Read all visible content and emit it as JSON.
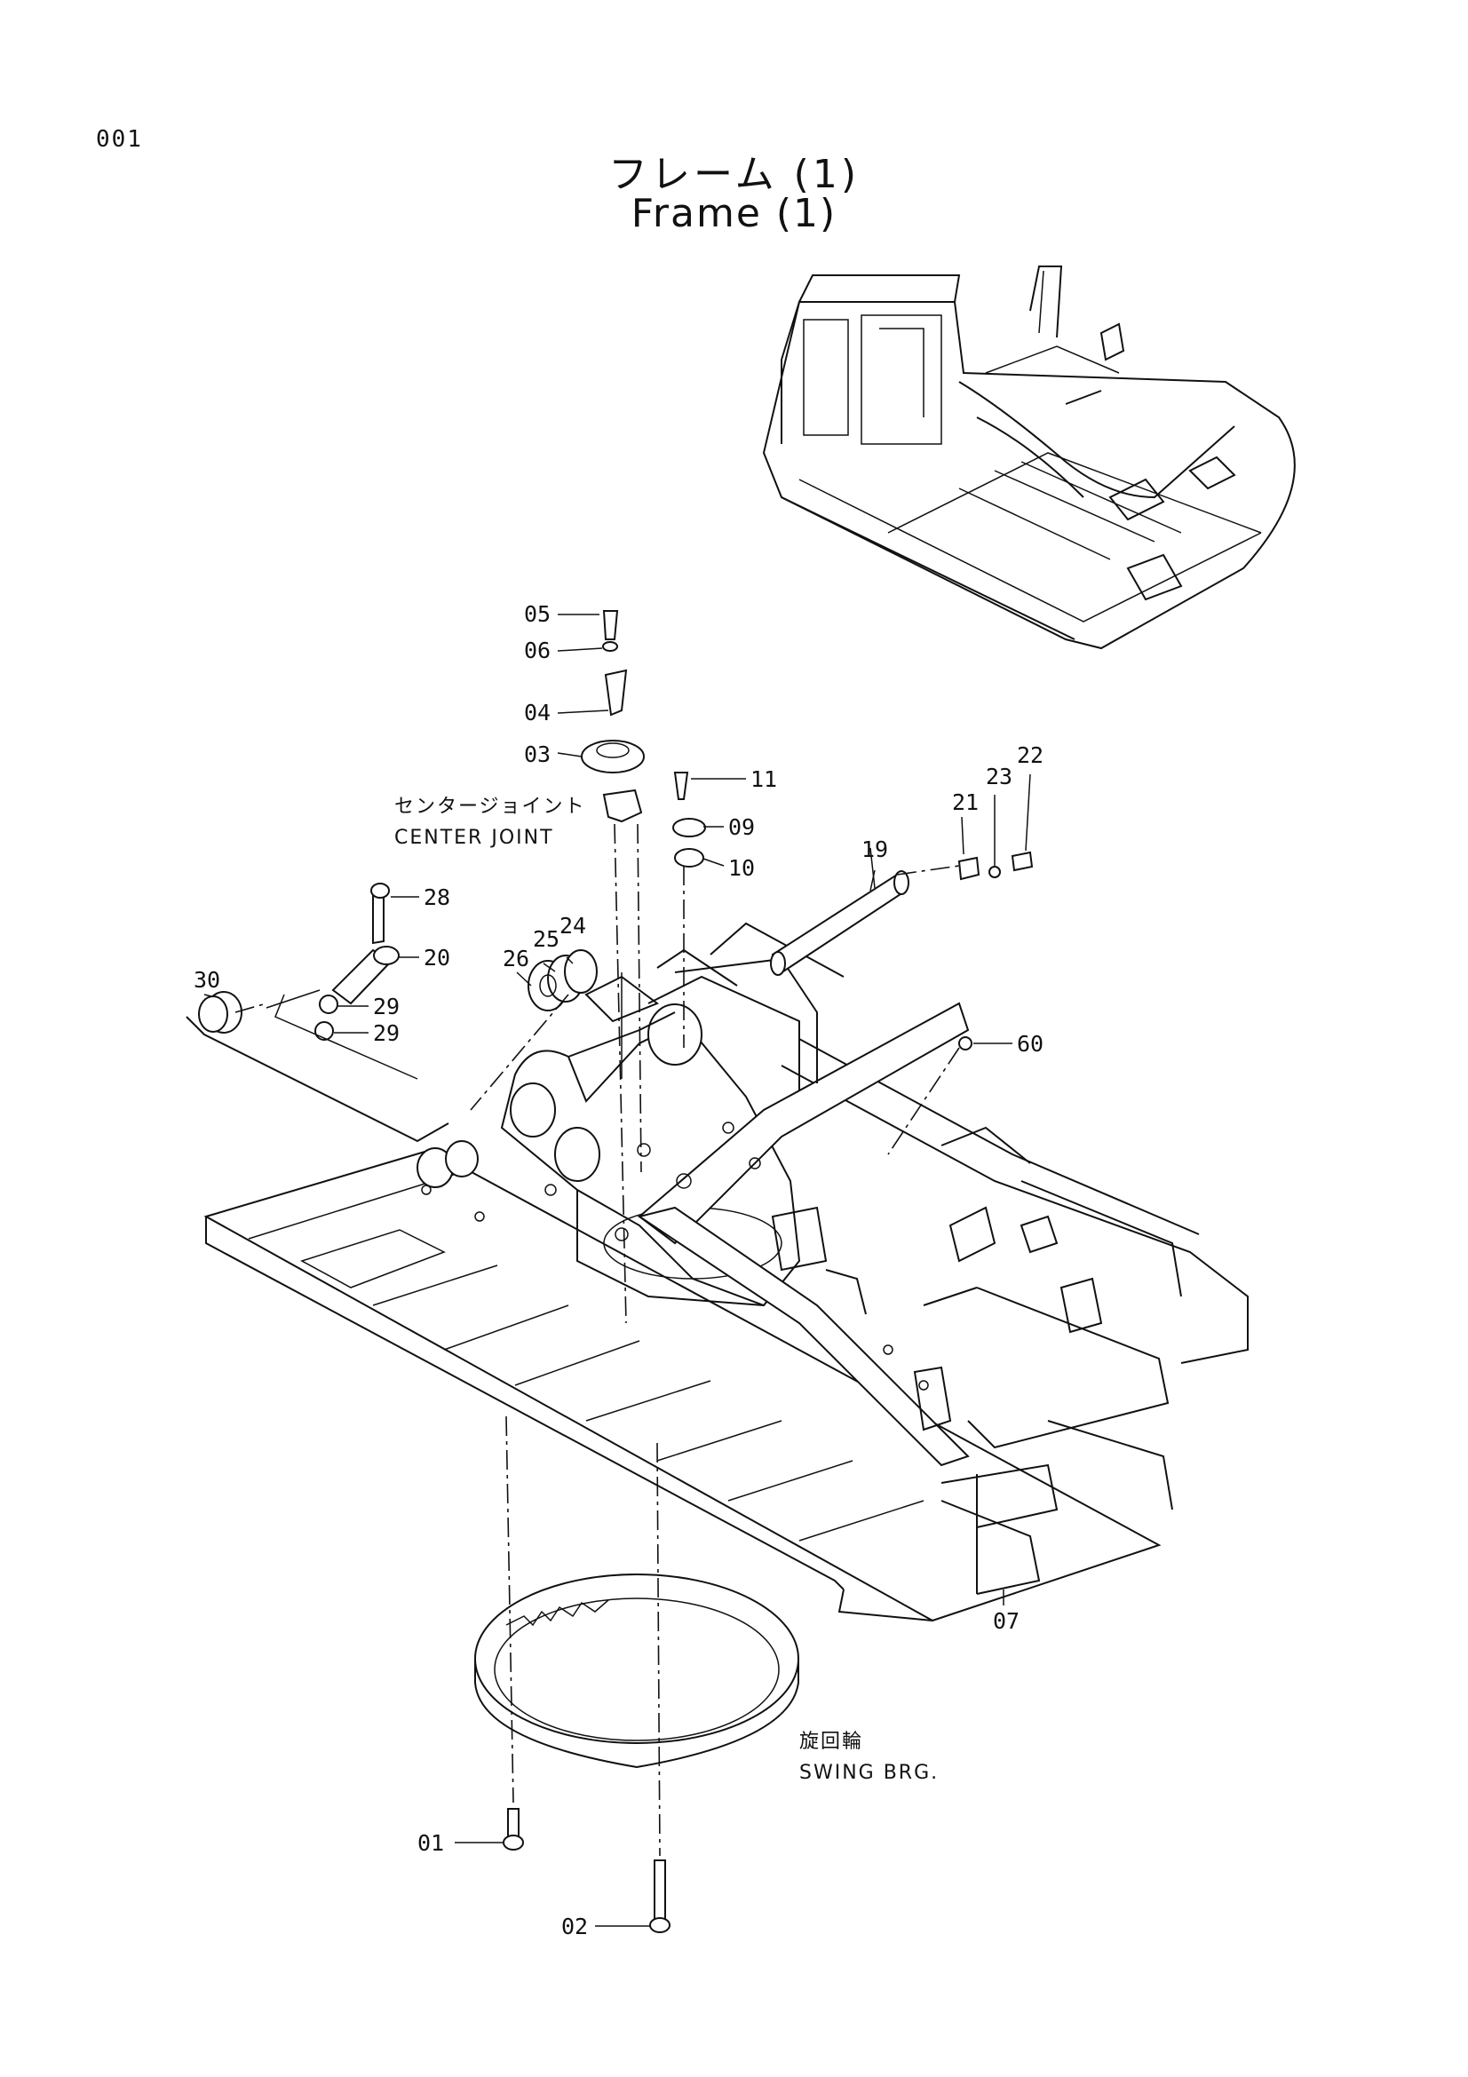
{
  "page_number": "001",
  "title_jp": "フレーム (1)",
  "title_en": "Frame (1)",
  "captions": {
    "center_joint_jp": "センタージョイント",
    "center_joint_en": "CENTER JOINT",
    "swing_brg_jp": "旋回輪",
    "swing_brg_en": "SWING BRG."
  },
  "callouts": [
    "05",
    "06",
    "04",
    "03",
    "11",
    "09",
    "10",
    "19",
    "21",
    "23",
    "22",
    "28",
    "20",
    "30",
    "26",
    "25",
    "24",
    "29",
    "29",
    "60",
    "07",
    "01",
    "02"
  ]
}
